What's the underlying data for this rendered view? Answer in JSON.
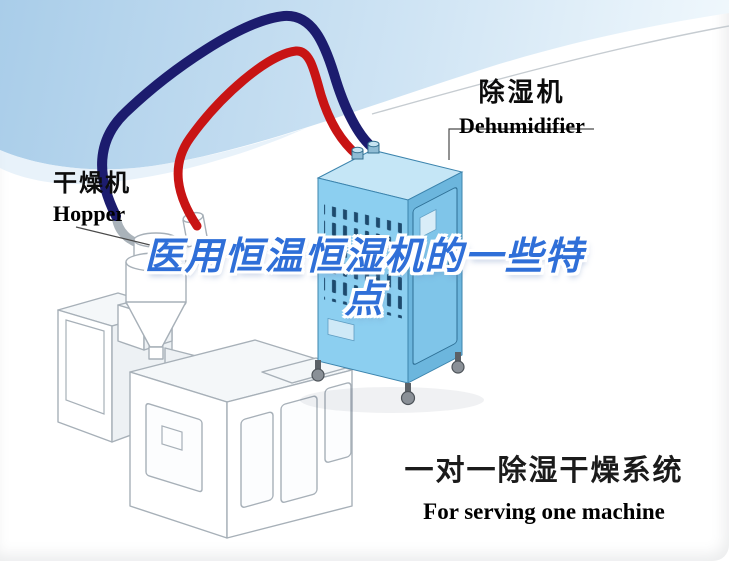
{
  "title_overlay": {
    "line1": "医用恒温恒湿机的一些特",
    "line2": "点"
  },
  "labels": {
    "hopper": {
      "cn": "干燥机",
      "en": "Hopper"
    },
    "dehumidifier": {
      "cn": "除湿机",
      "en": "Dehumidifier"
    }
  },
  "caption": {
    "cn": "一对一除湿干燥系统",
    "en": "For serving one machine"
  },
  "illustration_parts": [
    "background-swoosh",
    "extruder-machine",
    "hopper-dryer",
    "dehumidifier-machine",
    "red-supply-pipe",
    "navy-return-pipe"
  ],
  "colors": {
    "title_blue": "#2f6fd8",
    "pipe_red": "#c81414",
    "pipe_navy": "#1c1c6e",
    "machine_front": "#8ccff0",
    "machine_side": "#6cb6dd",
    "machine_top": "#c5e6f6",
    "swoosh_blue": "#a9cde9",
    "line_art": "#a7b0b8",
    "label_text": "#0c0c0c"
  }
}
